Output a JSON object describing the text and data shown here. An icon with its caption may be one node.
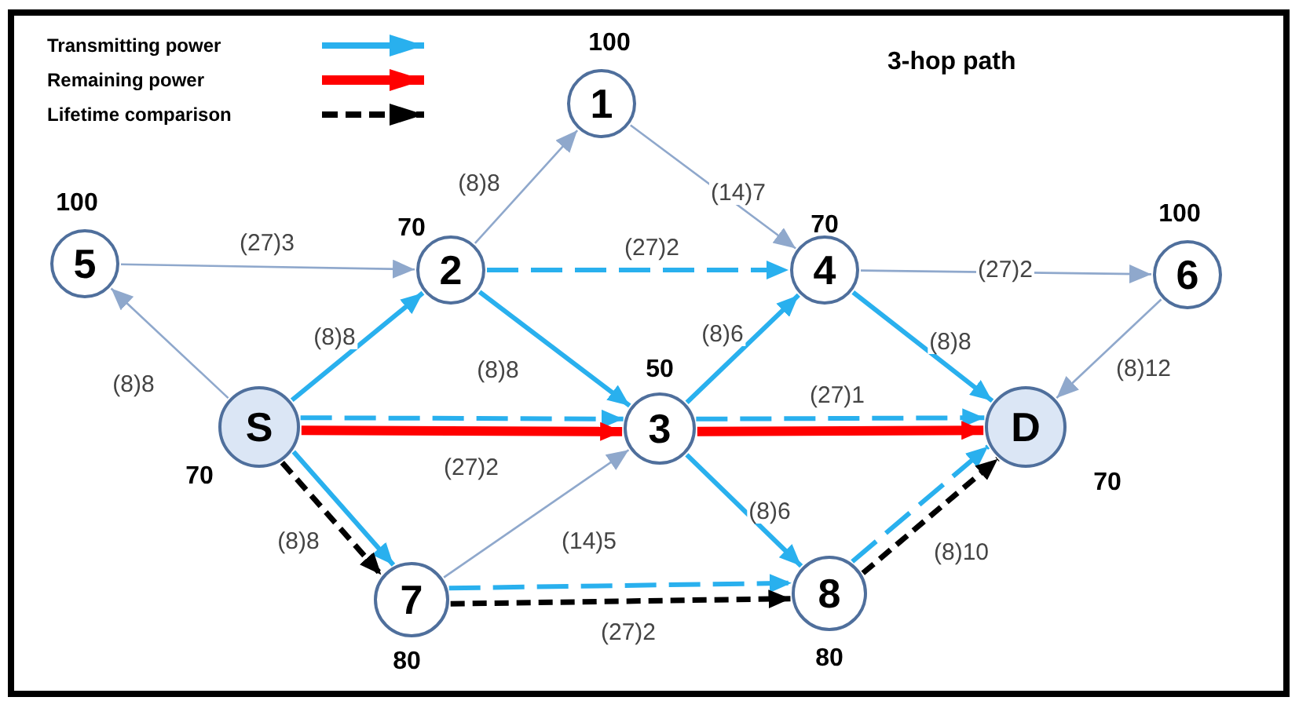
{
  "diagram": {
    "title": "3-hop path",
    "nodes": [
      {
        "text": [
          "1"
        ],
        "beside": [
          "100"
        ]
      },
      {
        "text": [
          "5"
        ],
        "beside": [
          "100"
        ]
      },
      {
        "text": [
          "2"
        ],
        "beside": [
          "70"
        ]
      },
      {
        "text": [
          "4"
        ],
        "beside": [
          "70"
        ]
      },
      {
        "text": [
          "6"
        ],
        "beside": [
          "100"
        ]
      },
      {
        "text": [
          "S"
        ],
        "beside": [
          "70"
        ]
      },
      {
        "text": [
          "3"
        ],
        "beside": [
          "50"
        ]
      },
      {
        "text": [
          "D"
        ],
        "beside": [
          "70"
        ]
      },
      {
        "text": [
          "7"
        ],
        "beside": [
          "80"
        ]
      },
      {
        "text": [
          "8"
        ],
        "beside": [
          "80"
        ]
      }
    ],
    "edges": [
      {
        "from": 5,
        "to": 1,
        "arrow": "to",
        "label": "(8)8",
        "color": "#8fa8cc"
      },
      {
        "from": 1,
        "to": 2,
        "arrow": "to",
        "label": "(27)3",
        "color": "#8fa8cc"
      },
      {
        "from": 2,
        "to": 0,
        "arrow": "to",
        "label": "(8)8",
        "color": "#8fa8cc"
      },
      {
        "from": 0,
        "to": 3,
        "arrow": "to",
        "label": "(14)7",
        "color": "#8fa8cc"
      },
      {
        "from": 2,
        "to": 3,
        "arrow": "to",
        "label": "(27)2",
        "style": "dashed"
      },
      {
        "from": 3,
        "to": 4,
        "arrow": "to",
        "label": "(27)2",
        "color": "#8fa8cc"
      },
      {
        "from": 5,
        "to": 2,
        "arrow": "to",
        "label": "(8)8"
      },
      {
        "from": 2,
        "to": 6,
        "arrow": "to",
        "label": "(8)8"
      },
      {
        "from": 6,
        "to": 3,
        "arrow": "to",
        "label": "(8)6"
      },
      {
        "from": 3,
        "to": 7,
        "arrow": "to",
        "label": "(8)8"
      },
      {
        "from": 4,
        "to": 7,
        "arrow": "to",
        "label": "(8)12",
        "color": "#8fa8cc"
      },
      {
        "from": 5,
        "to": 6,
        "arrow": "to",
        "label": "(27)2",
        "style": "dashed"
      },
      {
        "from": 5,
        "to": 6,
        "arrow": "to",
        "style": "thick",
        "color": "#ff0000"
      },
      {
        "from": 6,
        "to": 7,
        "arrow": "to",
        "label": "(27)1",
        "style": "dashed"
      },
      {
        "from": 6,
        "to": 7,
        "arrow": "to",
        "style": "thick",
        "color": "#ff0000"
      },
      {
        "from": 5,
        "to": 8,
        "arrow": "to",
        "label": "(8)8"
      },
      {
        "from": 5,
        "to": 8,
        "arrow": "to",
        "style": "dashed",
        "color": "#000000"
      },
      {
        "from": 8,
        "to": 6,
        "arrow": "to",
        "label": "(14)5",
        "color": "#8fa8cc"
      },
      {
        "from": 6,
        "to": 9,
        "arrow": "to",
        "label": "(8)6"
      },
      {
        "from": 8,
        "to": 9,
        "arrow": "to",
        "label": "(27)2",
        "style": "dashed"
      },
      {
        "from": 8,
        "to": 9,
        "arrow": "to",
        "style": "dashed",
        "color": "#000000"
      },
      {
        "from": 9,
        "to": 7,
        "arrow": "to",
        "label": "(8)10",
        "style": "dashed"
      },
      {
        "from": 9,
        "to": 7,
        "arrow": "to",
        "style": "dashed",
        "color": "#000000"
      }
    ],
    "legend": [
      {
        "text": "Transmitting power"
      },
      {
        "text": "Remaining power"
      },
      {
        "text": "Lifetime comparison"
      }
    ]
  }
}
